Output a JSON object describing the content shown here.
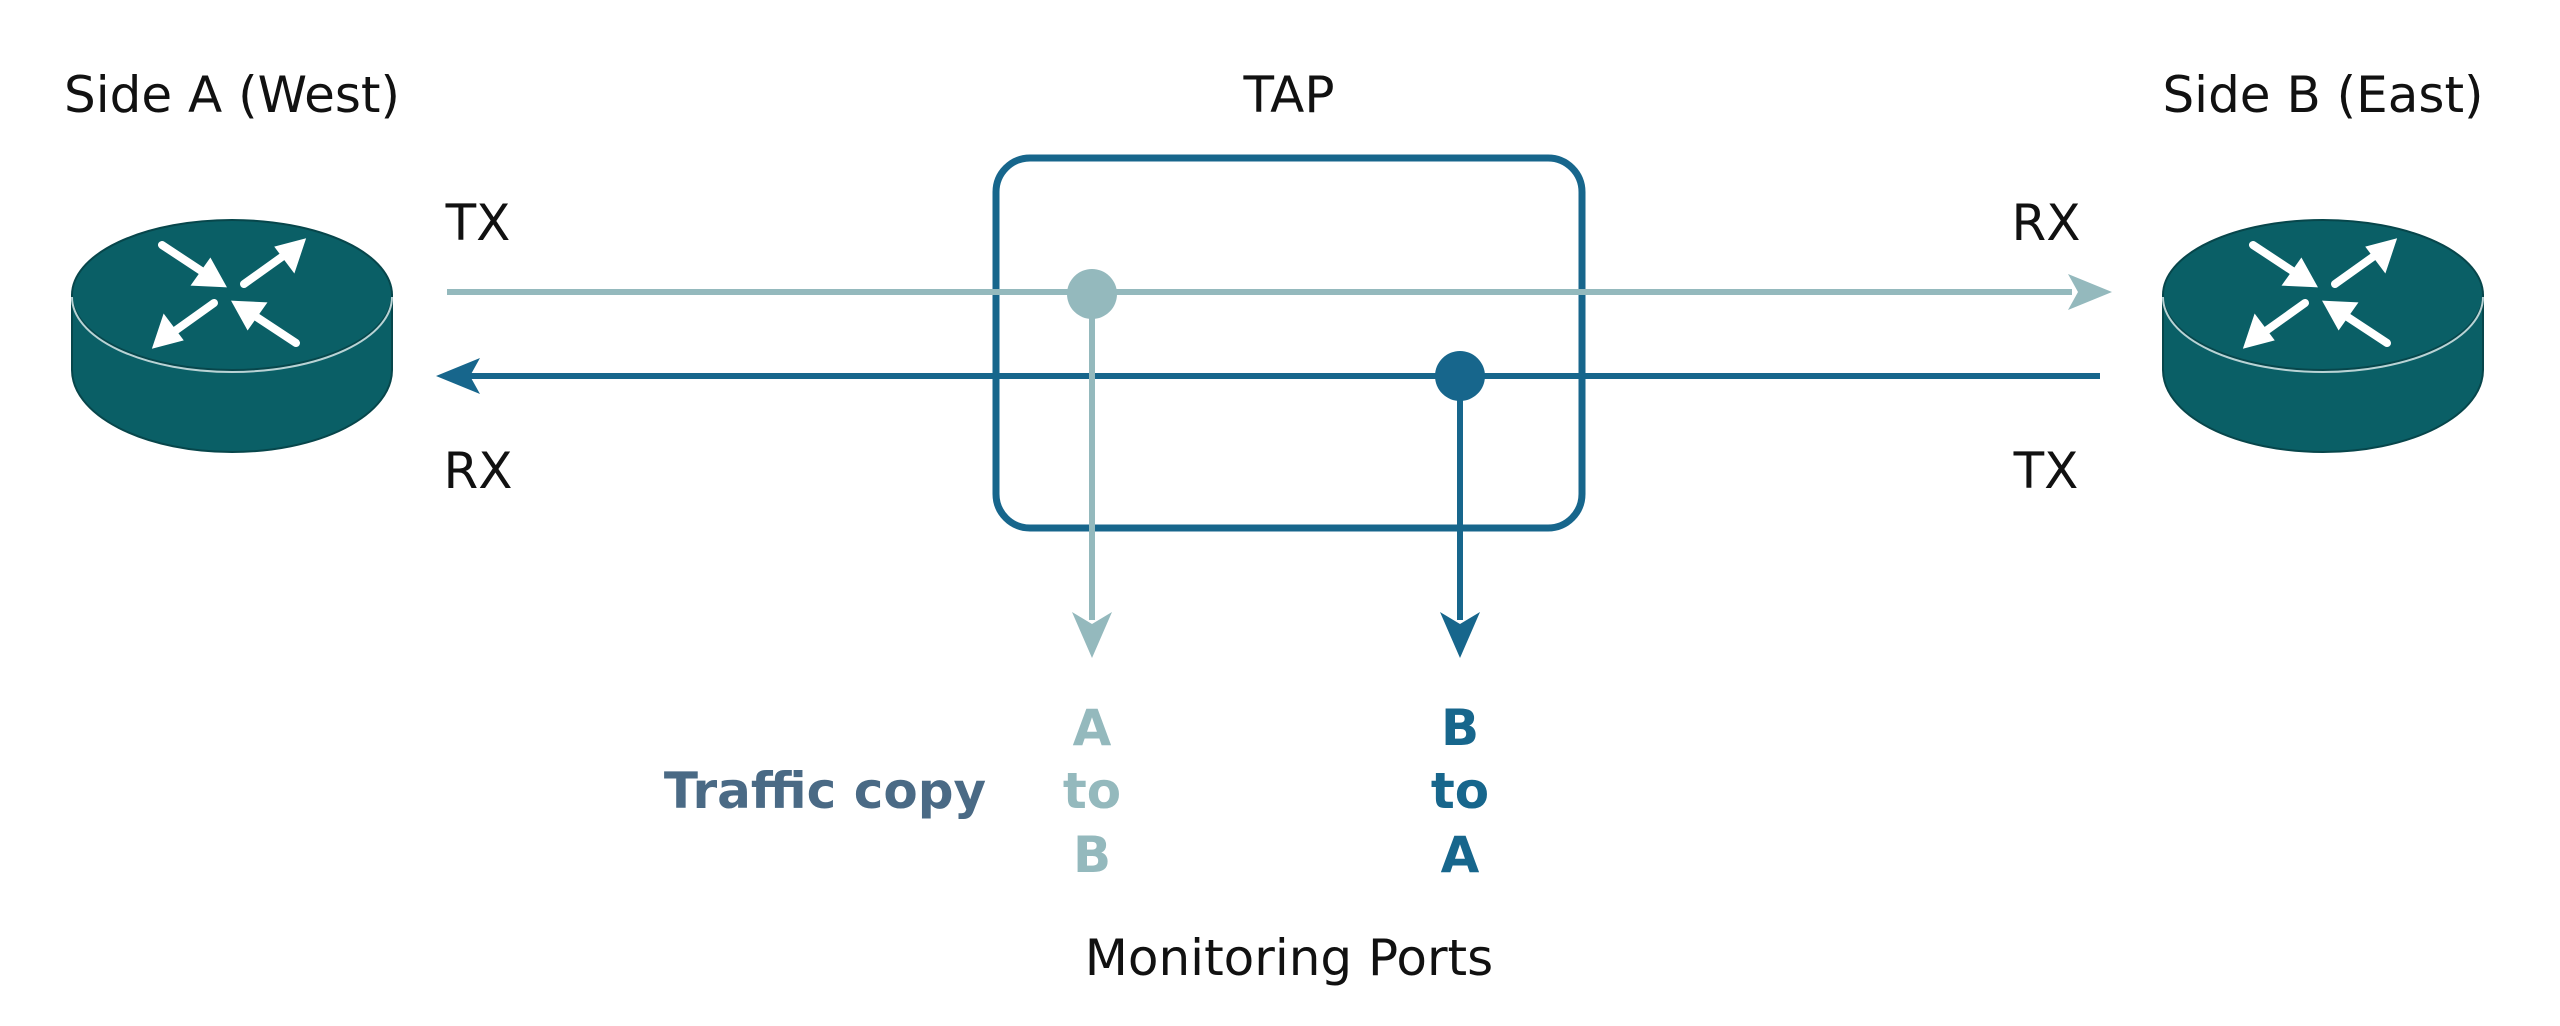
{
  "side_a": {
    "title": "Side A (West)",
    "tx_label": "TX",
    "rx_label": "RX"
  },
  "side_b": {
    "title": "Side B (East)",
    "rx_label": "RX",
    "tx_label": "TX"
  },
  "tap": {
    "title": "TAP"
  },
  "monitoring": {
    "caption": "Traffic copy",
    "port_a_to_b": [
      "A",
      "to",
      "B"
    ],
    "port_b_to_a": [
      "B",
      "to",
      "A"
    ],
    "footer": "Monitoring Ports"
  },
  "colors": {
    "router": "#0a5f66",
    "router_edge": "#07464b",
    "a_to_b_line": "#94b9bd",
    "b_to_a_line": "#17668c",
    "tap_box": "#17668c",
    "caption": "#4a6a85",
    "arrow_icon": "#ffffff"
  },
  "icons": {
    "router_a": "router-icon",
    "router_b": "router-icon"
  }
}
